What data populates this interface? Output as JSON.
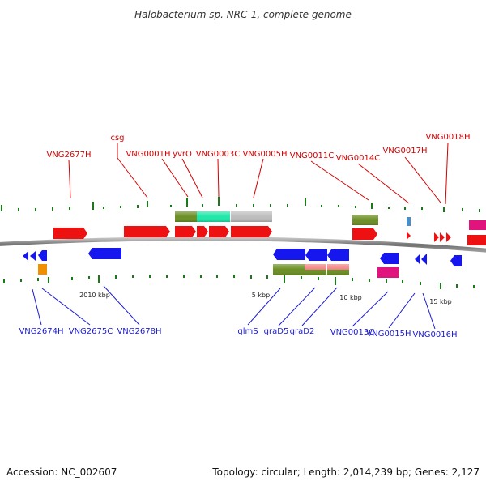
{
  "title": "Halobacterium sp. NRC-1, complete genome",
  "colors": {
    "red": "#ee1111",
    "blue": "#1616ee",
    "olive": "#6b8e23",
    "teal": "#1ee8a8",
    "gray": "#bdbdbd",
    "pink": "#e8e8e8",
    "magenta": "#e0147c",
    "orange": "#f09000",
    "steelblue": "#4a8ec8",
    "salmon": "#f08080",
    "topLabel": "#d40000",
    "bottomLabel": "#1a1ad4",
    "tick": "#1a7a1a",
    "backbone": "#7a7a7a"
  },
  "top_labels": [
    {
      "text": "VNG2677H"
    },
    {
      "text": "csg"
    },
    {
      "text": "VNG0001H"
    },
    {
      "text": "yvrO"
    },
    {
      "text": "VNG0003C"
    },
    {
      "text": "VNG0005H"
    },
    {
      "text": "VNG0011C"
    },
    {
      "text": "VNG0014C"
    },
    {
      "text": "VNG0017H"
    },
    {
      "text": "VNG0018H"
    }
  ],
  "bottom_labels": [
    {
      "text": "VNG2674H"
    },
    {
      "text": "VNG2675C"
    },
    {
      "text": "VNG2678H"
    },
    {
      "text": "glmS"
    },
    {
      "text": "graD5"
    },
    {
      "text": "graD2"
    },
    {
      "text": "VNG0013C"
    },
    {
      "text": "VNG0015H"
    },
    {
      "text": "VNG0016H"
    }
  ],
  "scale_labels": [
    {
      "text": "2010 kbp"
    },
    {
      "text": "5 kbp"
    },
    {
      "text": "10 kbp"
    },
    {
      "text": "15 kbp"
    }
  ],
  "footer": {
    "accession": "Accession: NC_002607",
    "summary": "Topology: circular; Length: 2,014,239 bp; Genes: 2,127"
  }
}
